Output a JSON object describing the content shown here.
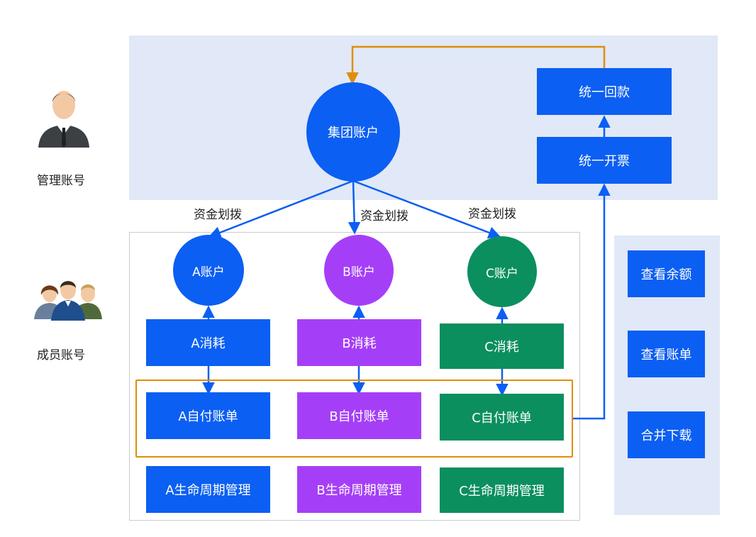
{
  "roles": {
    "admin_label": "管理账号",
    "member_label": "成员账号"
  },
  "group": {
    "account": "集团账户",
    "unified_invoice": "统一开票",
    "unified_payment": "统一回款",
    "transfer_label": "资金划拨"
  },
  "members": [
    {
      "account": "A账户",
      "consumption": "A消耗",
      "bill": "A自付账单",
      "lifecycle": "A生命周期管理",
      "color": "#0b5ff2"
    },
    {
      "account": "B账户",
      "consumption": "B消耗",
      "bill": "B自付账单",
      "lifecycle": "B生命周期管理",
      "color": "#a53ff7"
    },
    {
      "account": "C账户",
      "consumption": "C消耗",
      "bill": "C自付账单",
      "lifecycle": "C生命周期管理",
      "color": "#0b8f5f"
    }
  ],
  "actions": {
    "view_balance": "查看余额",
    "view_bill": "查看账单",
    "merge_download": "合并下载"
  },
  "colors": {
    "blue": "#0b5ff2",
    "purple": "#a53ff7",
    "green": "#0b8f5f",
    "orange": "#e08d0c",
    "panel": "#e1e8f7"
  },
  "icons": {
    "admin": "single-person-icon",
    "members": "group-people-icon"
  }
}
